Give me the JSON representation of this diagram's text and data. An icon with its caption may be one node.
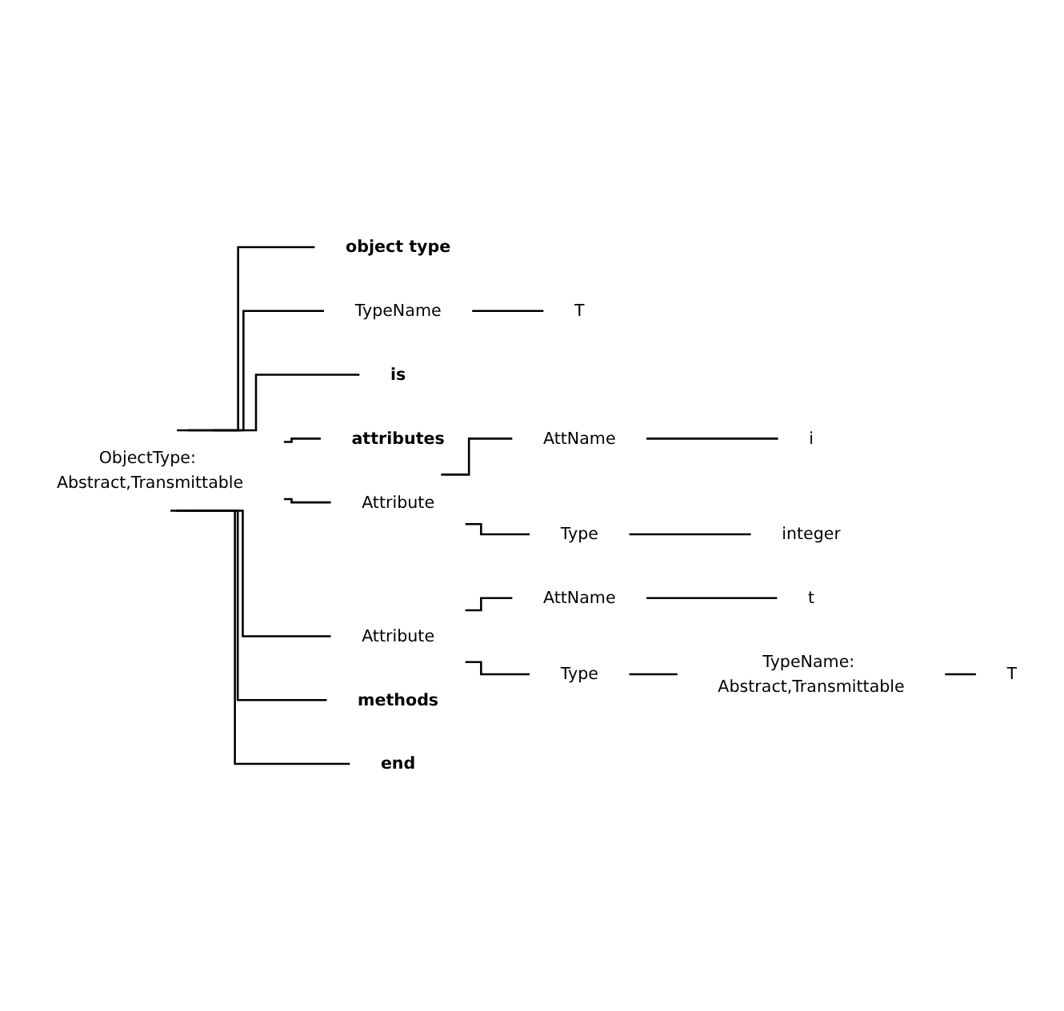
{
  "diagram": {
    "nodes": [
      {
        "text": [
          "ObjectType: Abstract,Transmittable"
        ]
      },
      {
        "text": [
          "object type"
        ]
      },
      {
        "text": [
          "TypeName"
        ]
      },
      {
        "text": [
          "T"
        ]
      },
      {
        "text": [
          "is"
        ]
      },
      {
        "text": [
          "attributes"
        ]
      },
      {
        "text": [
          "Attribute"
        ]
      },
      {
        "text": [
          "AttName"
        ]
      },
      {
        "text": [
          "i"
        ]
      },
      {
        "text": [
          "Type"
        ]
      },
      {
        "text": [
          "integer"
        ]
      },
      {
        "text": [
          "Attribute"
        ]
      },
      {
        "text": [
          "AttName"
        ]
      },
      {
        "text": [
          "t"
        ]
      },
      {
        "text": [
          "Type"
        ]
      },
      {
        "text": [
          "methods"
        ]
      },
      {
        "text": [
          "TypeName: Abstract,Transmittable"
        ]
      },
      {
        "text": [
          "T"
        ]
      },
      {
        "text": [
          "end"
        ]
      }
    ],
    "edges": [
      {
        "from": 0,
        "to": 1,
        "arrow": "none"
      },
      {
        "from": 0,
        "to": 2,
        "arrow": "none"
      },
      {
        "from": 2,
        "to": 3,
        "arrow": "none"
      },
      {
        "from": 0,
        "to": 4,
        "arrow": "none"
      },
      {
        "from": 0,
        "to": 5,
        "arrow": "none"
      },
      {
        "from": 0,
        "to": 6,
        "arrow": "none"
      },
      {
        "from": 6,
        "to": 7,
        "arrow": "none"
      },
      {
        "from": 7,
        "to": 8,
        "arrow": "none"
      },
      {
        "from": 6,
        "to": 9,
        "arrow": "none"
      },
      {
        "from": 9,
        "to": 10,
        "arrow": "none"
      },
      {
        "from": 0,
        "to": 11,
        "arrow": "none"
      },
      {
        "from": 11,
        "to": 12,
        "arrow": "none"
      },
      {
        "from": 12,
        "to": 13,
        "arrow": "none"
      },
      {
        "from": 11,
        "to": 14,
        "arrow": "none"
      },
      {
        "from": 0,
        "to": 15,
        "arrow": "none"
      },
      {
        "from": 14,
        "to": 16,
        "arrow": "none"
      },
      {
        "from": 16,
        "to": 17,
        "arrow": "none"
      },
      {
        "from": 0,
        "to": 18,
        "arrow": "none"
      }
    ]
  }
}
